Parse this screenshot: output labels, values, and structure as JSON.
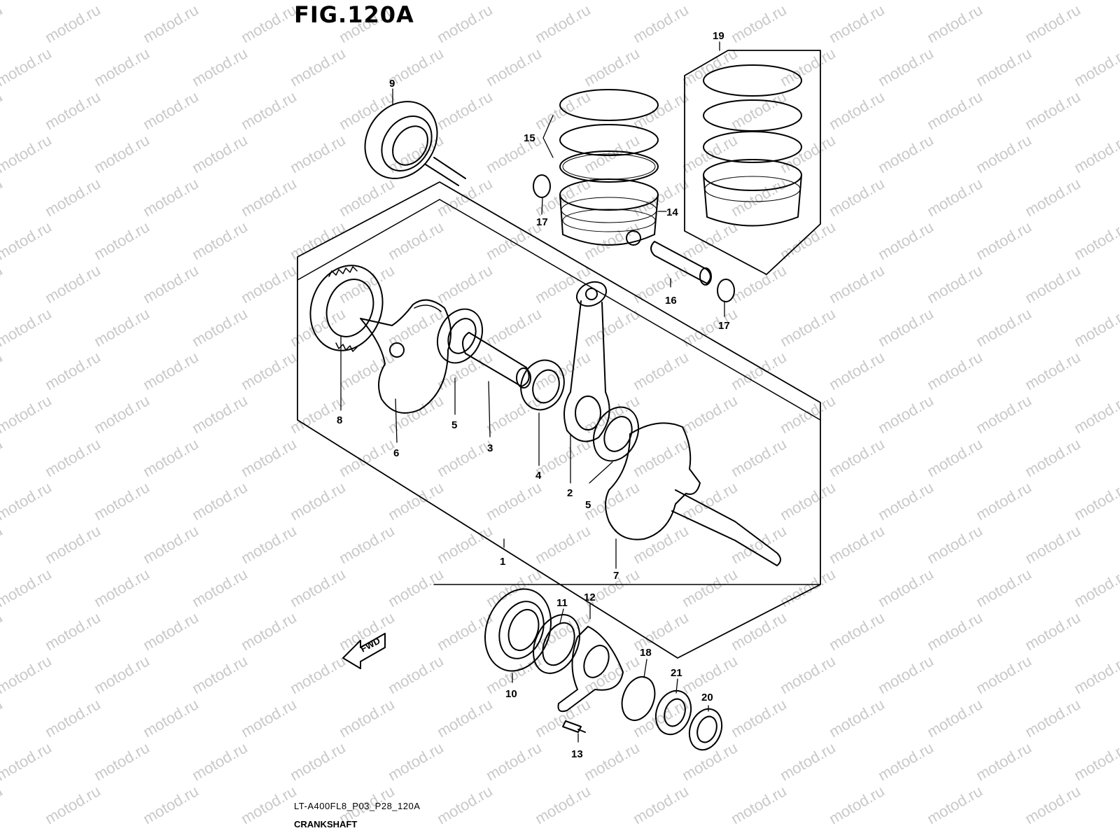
{
  "figure": {
    "title": "FIG.120A",
    "code": "LT-A400FL8_P03_P28_120A",
    "name": "CRANKSHAFT"
  },
  "watermark": {
    "text": "motod.ru"
  },
  "fwd_label": "FWD",
  "callouts": [
    {
      "id": "c1",
      "label": "1"
    },
    {
      "id": "c2",
      "label": "2"
    },
    {
      "id": "c3",
      "label": "3"
    },
    {
      "id": "c4",
      "label": "4"
    },
    {
      "id": "c5a",
      "label": "5"
    },
    {
      "id": "c5b",
      "label": "5"
    },
    {
      "id": "c6",
      "label": "6"
    },
    {
      "id": "c7",
      "label": "7"
    },
    {
      "id": "c8",
      "label": "8"
    },
    {
      "id": "c9",
      "label": "9"
    },
    {
      "id": "c10",
      "label": "10"
    },
    {
      "id": "c11",
      "label": "11"
    },
    {
      "id": "c12",
      "label": "12"
    },
    {
      "id": "c13",
      "label": "13"
    },
    {
      "id": "c14",
      "label": "14"
    },
    {
      "id": "c15",
      "label": "15"
    },
    {
      "id": "c16",
      "label": "16"
    },
    {
      "id": "c17a",
      "label": "17"
    },
    {
      "id": "c17b",
      "label": "17"
    },
    {
      "id": "c18",
      "label": "18"
    },
    {
      "id": "c19",
      "label": "19"
    },
    {
      "id": "c20",
      "label": "20"
    },
    {
      "id": "c21",
      "label": "21"
    }
  ]
}
